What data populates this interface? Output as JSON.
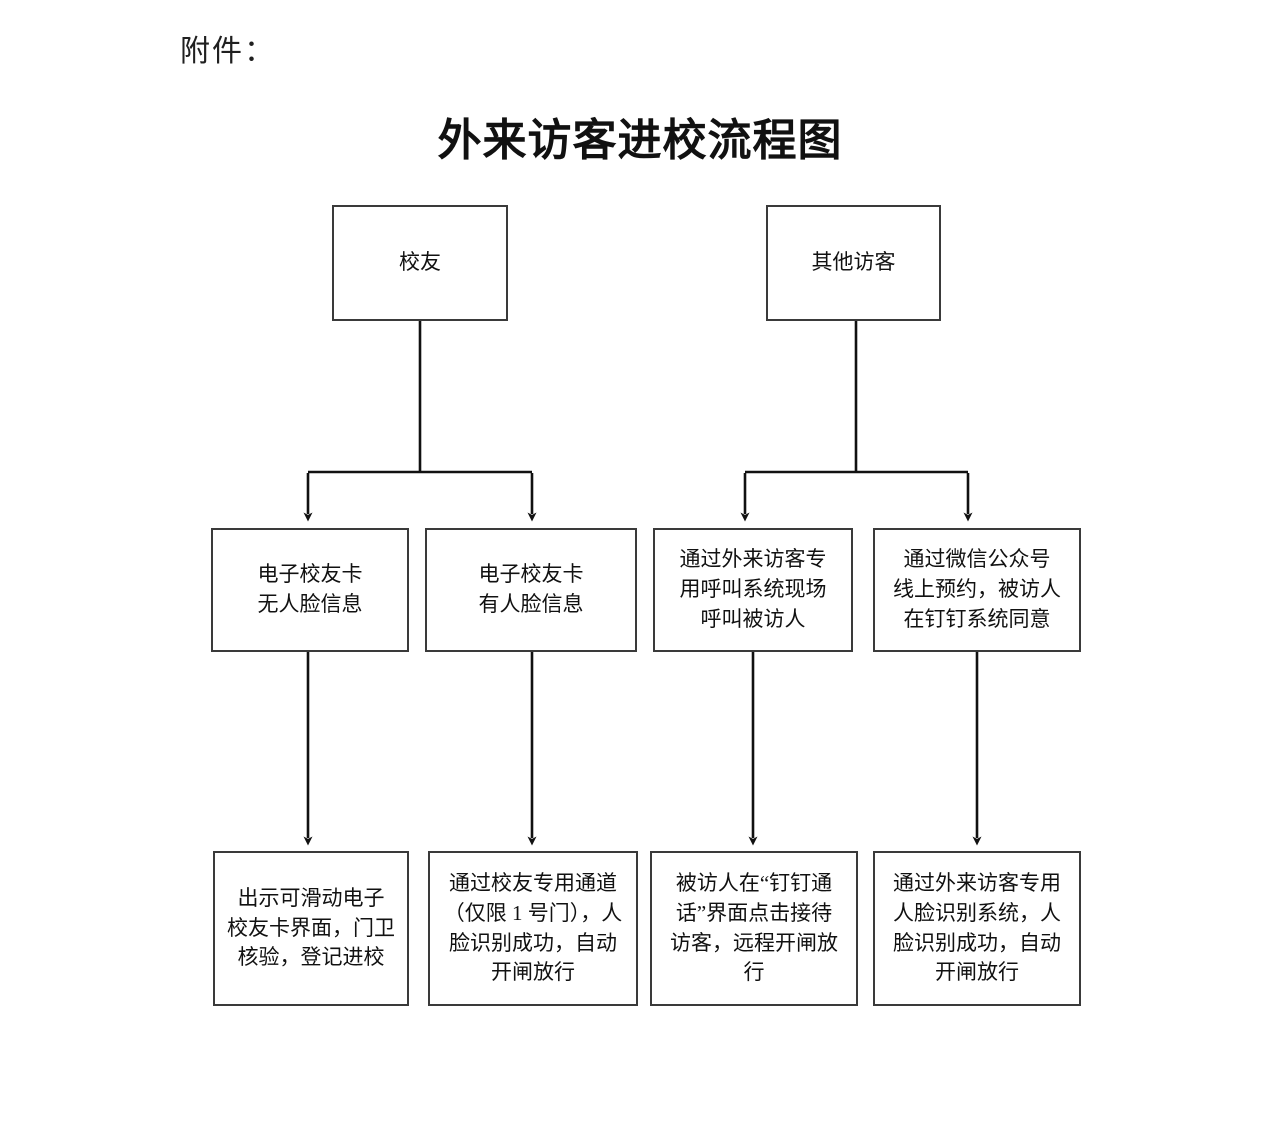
{
  "document": {
    "attachment_label": "附件：",
    "title": "外来访客进校流程图"
  },
  "chart_data": {
    "type": "diagram",
    "title": "外来访客进校流程图",
    "orientation": "top-down",
    "nodes": [
      {
        "id": "n1",
        "label": "校友",
        "row": "top"
      },
      {
        "id": "n2",
        "label": "其他访客",
        "row": "top"
      },
      {
        "id": "m1",
        "label": "电子校友卡\n无人脸信息",
        "row": "middle"
      },
      {
        "id": "m2",
        "label": "电子校友卡\n有人脸信息",
        "row": "middle"
      },
      {
        "id": "m3",
        "label": "通过外来访客专\n用呼叫系统现场\n呼叫被访人",
        "row": "middle"
      },
      {
        "id": "m4",
        "label": "通过微信公众号\n线上预约，被访人\n在钉钉系统同意",
        "row": "middle"
      },
      {
        "id": "b1",
        "label": "出示可滑动电子\n校友卡界面，门卫\n核验，登记进校",
        "row": "bottom"
      },
      {
        "id": "b2",
        "label": "通过校友专用通道\n（仅限 1 号门），人\n脸识别成功，自动\n开闸放行",
        "row": "bottom"
      },
      {
        "id": "b3",
        "label": "被访人在“钉钉通\n话”界面点击接待\n访客，远程开闸放\n行",
        "row": "bottom"
      },
      {
        "id": "b4",
        "label": "通过外来访客专用\n人脸识别系统，人\n脸识别成功，自动\n开闸放行",
        "row": "bottom"
      }
    ],
    "edges": [
      {
        "from": "n1",
        "to": "m1",
        "style": "elbow-split-arrow"
      },
      {
        "from": "n1",
        "to": "m2",
        "style": "elbow-split-arrow"
      },
      {
        "from": "n2",
        "to": "m3",
        "style": "elbow-split-arrow"
      },
      {
        "from": "n2",
        "to": "m4",
        "style": "elbow-split-arrow"
      },
      {
        "from": "m1",
        "to": "b1",
        "style": "straight-arrow"
      },
      {
        "from": "m2",
        "to": "b2",
        "style": "straight-arrow"
      },
      {
        "from": "m3",
        "to": "b3",
        "style": "straight-arrow"
      },
      {
        "from": "m4",
        "to": "b4",
        "style": "straight-arrow"
      }
    ],
    "colors": {
      "background": "#ffffff",
      "box_border": "#3a3a3a",
      "connector": "#1a1a1a",
      "text": "#111111"
    }
  }
}
